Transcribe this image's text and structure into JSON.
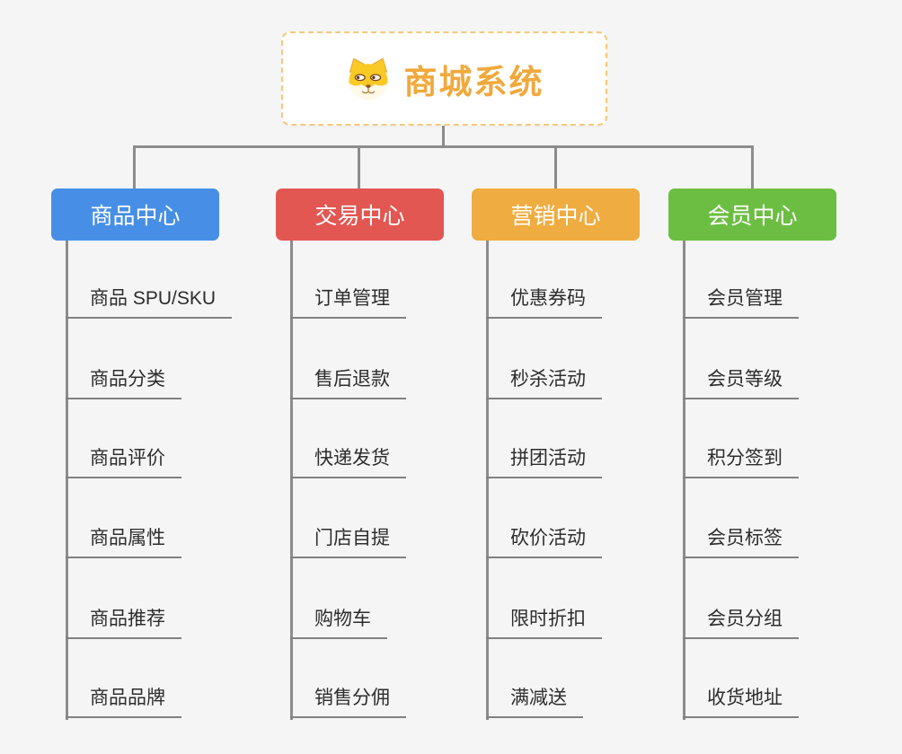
{
  "root": {
    "title": "商城系统",
    "icon": "dog-face-icon"
  },
  "colors": {
    "background": "#f5f5f6",
    "root_text": "#f0a93c",
    "root_border": "#f6c878",
    "connector": "#8c8c8c",
    "branch_blue": "#478fe6",
    "branch_red": "#e25752",
    "branch_orange": "#efac40",
    "branch_green": "#6cbe43"
  },
  "branches": [
    {
      "label": "商品中心",
      "color": "#478fe6",
      "children": [
        "商品 SPU/SKU",
        "商品分类",
        "商品评价",
        "商品属性",
        "商品推荐",
        "商品品牌"
      ]
    },
    {
      "label": "交易中心",
      "color": "#e25752",
      "children": [
        "订单管理",
        "售后退款",
        "快递发货",
        "门店自提",
        "购物车",
        "销售分佣"
      ]
    },
    {
      "label": "营销中心",
      "color": "#efac40",
      "children": [
        "优惠券码",
        "秒杀活动",
        "拼团活动",
        "砍价活动",
        "限时折扣",
        "满减送"
      ]
    },
    {
      "label": "会员中心",
      "color": "#6cbe43",
      "children": [
        "会员管理",
        "会员等级",
        "积分签到",
        "会员标签",
        "会员分组",
        "收货地址"
      ]
    }
  ]
}
